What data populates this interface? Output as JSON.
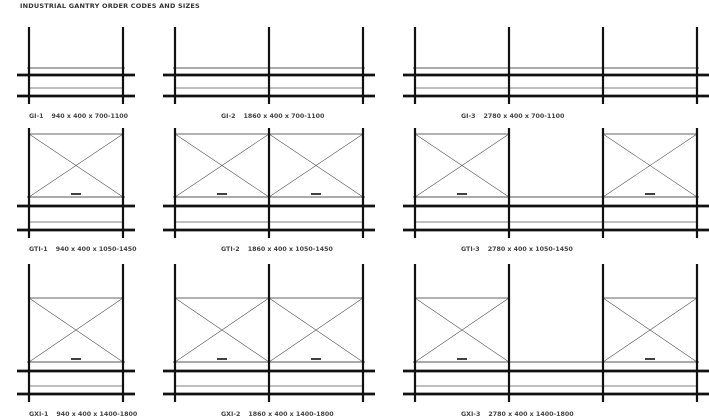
{
  "title": "INDUSTRIAL GANTRY ORDER CODES AND SIZES",
  "line_color": "#111111",
  "thin_line_color": "#555555",
  "caption_color": "#444444",
  "rows": [
    {
      "kind": "plain",
      "items": [
        {
          "code": "GI-1",
          "size": "940 x 400 x 700-1100",
          "bays": 1,
          "panels": []
        },
        {
          "code": "GI-2",
          "size": "1860 x 400 x 700-1100",
          "bays": 2,
          "panels": []
        },
        {
          "code": "GI-3",
          "size": "2780 x 400 x 700-1100",
          "bays": 3,
          "panels": []
        }
      ]
    },
    {
      "kind": "panel",
      "items": [
        {
          "code": "GTI-1",
          "size": "940 x 400 x 1050-1450",
          "bays": 1,
          "panels": [
            0
          ]
        },
        {
          "code": "GTI-2",
          "size": "1860 x 400 x 1050-1450",
          "bays": 2,
          "panels": [
            0,
            1
          ]
        },
        {
          "code": "GTI-3",
          "size": "2780 x 400 x 1050-1450",
          "bays": 3,
          "panels": [
            0,
            2
          ]
        }
      ]
    },
    {
      "kind": "panel",
      "items": [
        {
          "code": "GXI-1",
          "size": "940 x 400 x 1400-1800",
          "bays": 1,
          "panels": [
            0
          ]
        },
        {
          "code": "GXI-2",
          "size": "1860 x 400 x 1400-1800",
          "bays": 2,
          "panels": [
            0,
            1
          ]
        },
        {
          "code": "GXI-3",
          "size": "2780 x 400 x 1400-1800",
          "bays": 3,
          "panels": [
            0,
            2
          ]
        }
      ]
    }
  ]
}
